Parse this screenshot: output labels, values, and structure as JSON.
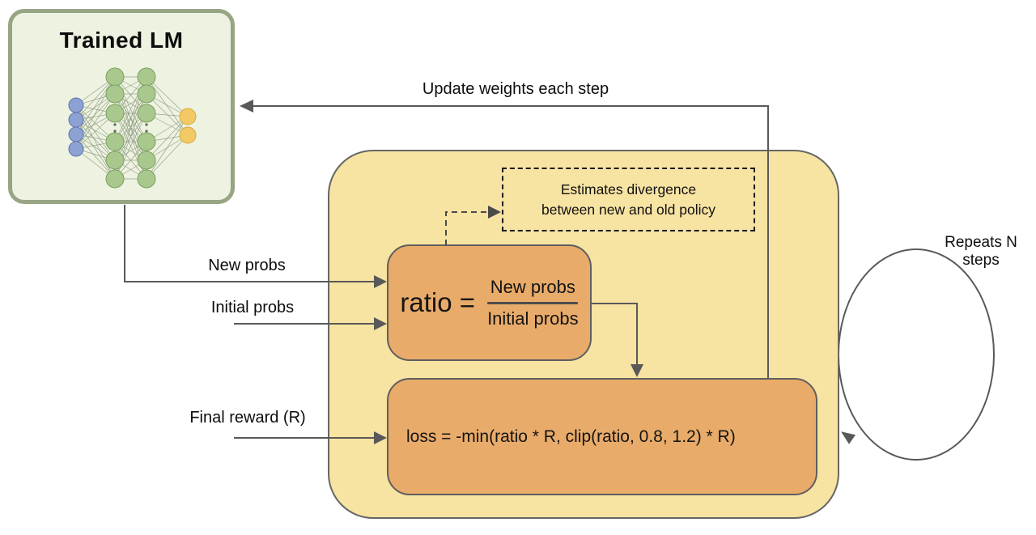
{
  "trained_lm": {
    "title": "Trained LM"
  },
  "flow_labels": {
    "update_weights": "Update weights each step",
    "new_probs": "New probs",
    "initial_probs": "Initial probs",
    "final_reward": "Final reward (R)",
    "repeats_line1": "Repeats N",
    "repeats_line2": "steps"
  },
  "divergence_note": {
    "line1": "Estimates divergence",
    "line2": "between new and old policy"
  },
  "ratio_box": {
    "lhs": "ratio =",
    "numerator": "New probs",
    "denominator": "Initial probs"
  },
  "loss_box": {
    "formula": "loss = -min(ratio * R, clip(ratio, 0.8, 1.2) * R)"
  },
  "colors": {
    "container_fill": "#f7e3a2",
    "box_fill": "#e9ab69",
    "lm_fill": "#edf3e0",
    "lm_border": "#97a584",
    "line": "#595959",
    "node_blue": "#8da2d2",
    "node_green": "#a9c88e",
    "node_yellow": "#f3c966"
  }
}
